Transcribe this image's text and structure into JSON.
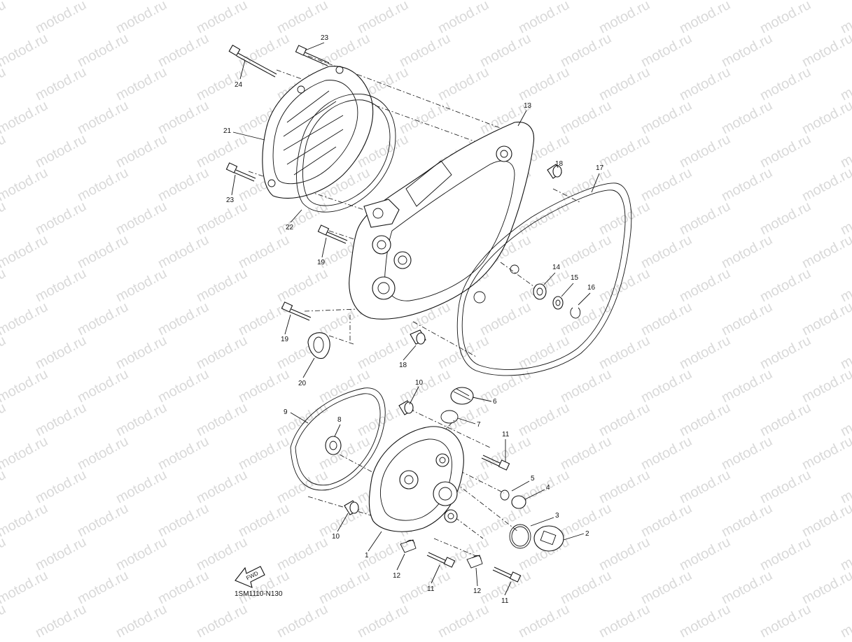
{
  "watermark": {
    "text": "motod.ru"
  },
  "diagram": {
    "code": "1SM1110-N130",
    "fwd_label": "FWD",
    "callouts": [
      {
        "id": "c1",
        "label": "1"
      },
      {
        "id": "c2",
        "label": "2"
      },
      {
        "id": "c3",
        "label": "3"
      },
      {
        "id": "c4",
        "label": "4"
      },
      {
        "id": "c5",
        "label": "5"
      },
      {
        "id": "c6",
        "label": "6"
      },
      {
        "id": "c7",
        "label": "7"
      },
      {
        "id": "c8",
        "label": "8"
      },
      {
        "id": "c9",
        "label": "9"
      },
      {
        "id": "c10a",
        "label": "10"
      },
      {
        "id": "c10b",
        "label": "10"
      },
      {
        "id": "c11a",
        "label": "11"
      },
      {
        "id": "c11b",
        "label": "11"
      },
      {
        "id": "c11c",
        "label": "11"
      },
      {
        "id": "c12a",
        "label": "12"
      },
      {
        "id": "c12b",
        "label": "12"
      },
      {
        "id": "c13",
        "label": "13"
      },
      {
        "id": "c14",
        "label": "14"
      },
      {
        "id": "c15",
        "label": "15"
      },
      {
        "id": "c16",
        "label": "16"
      },
      {
        "id": "c17",
        "label": "17"
      },
      {
        "id": "c18a",
        "label": "18"
      },
      {
        "id": "c18b",
        "label": "18"
      },
      {
        "id": "c19a",
        "label": "19"
      },
      {
        "id": "c19b",
        "label": "19"
      },
      {
        "id": "c20",
        "label": "20"
      },
      {
        "id": "c21",
        "label": "21"
      },
      {
        "id": "c22",
        "label": "22"
      },
      {
        "id": "c23a",
        "label": "23"
      },
      {
        "id": "c23b",
        "label": "23"
      },
      {
        "id": "c24",
        "label": "24"
      }
    ]
  }
}
